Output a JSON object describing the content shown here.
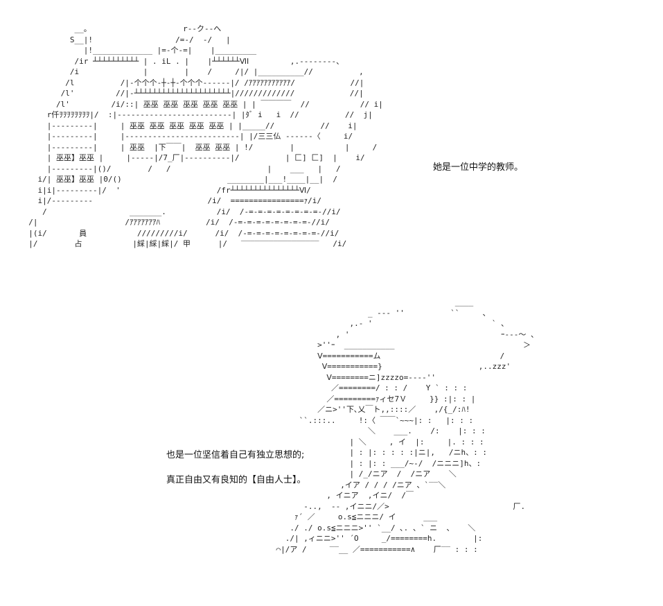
{
  "captions": {
    "line1": "她是一位中学的教师。",
    "line2": "也是一位坚信着自己有独立思想的;",
    "line3": "真正自由又有良知的【自由人士】。"
  },
  "art": {
    "classroom": "            __。                    r--ク--へ\n           S__|!                  /=-/  -/   |\n              |!_____________ |=-个-=|    |_________\n            /ir ┴┴┴┴┴┴┴┴┴┴ | . iL . |    |┴┴┴┴┴┴ⅥⅠ         ,.-‐‐‐‐‐‐-、\n           /i              |        |    /     /|/ |__________//          ,\n          /l          /|-个个个-┼-┼-个个个------|/ /ｱｱｱｱｱｱｱｱｱｱｱ/            //|\n         /l'         //|-┴┴┴┴┴┴┴┴┴┴┴┴┴┴┴┴┴┴┴┴┴|/////////////            //|\n        /l'         /i/::| 巫巫 巫巫 巫巫 巫巫 巫巫 | | ￣￣￣￣  //           // i|\n      r仟ｦｦｦｦｦｦｦｦ|/  :|-------------------------| |ﾀﾞ i   i  //          //  j|\n      |‐‐‐‐‐‐‐‐‐|     | 巫巫 巫巫 巫巫 巫巫 巫巫 | |_____//          //    i|\n      |‐‐‐‐‐‐‐‐‐|     |-------------------------| |/三三仏 -‐‐‐‐-〈     i/\n      |‐‐‐‐‐‐‐‐‐|     | 巫巫  |下￣￣|  巫巫 巫巫 | !/        |           |     /\n      | 巫巫】巫巫 |     |‐‐‐‐‐|/7_厂|‐‐‐‐‐‐‐‐‐-|/          | 匚] 匚]  |    i/\n      |‐‐‐‐‐‐‐‐‐|()/        /   /                     |    ___   |   /\n    i/| 巫巫】巫巫 |0/()                       ________|___!____|__|  /\n    i|i|‐‐‐‐‐‐‐‐‐|/  '                     /fr┴┴┴┴┴┴┴┴┴┴┴┴┴┴┴Ⅵ/\n    i|/‐‐‐‐‐‐‐‐‐                         /i/  ================ｧ/i/\n     /                  _______.           /i/  /-=-=-=-=-=-=-=-=-//i/\n  /|                   /ｱｱｱｱｱｱｱﾊ          /i/  /-=-=-=-=-=-=-=-=-//i/\n  |(i/       員           /////////i/      /i/  /-=-=-=-=-=-=-=-=-//i/\n  |/        占           |綵|綵|綵|/ 甲      |/   ‾‾‾‾‾‾‾‾‾‾‾‾‾‾‾‾‾   /i/",
    "teacher": "                                           ____\n                        _ -‐‐ ''          ``     、\n                    ,.- '                          ` 、\n                 , '                                 ｰ-‐-～ 、\n             >''ｰ  ___________                            ＞\n             Ⅴ===========ム                          /\n              Ⅴ===========}                     ,..zzz'\n               Ⅴ========ニ]zzzzo=-‐‐‐''\n                ／========/ : : /    Y ` : : :\n               ／=========ｧィセ7Ｖ     }} :|: : |\n             ／ニ>''下､乂￣ト,,::::／    ,/{_/:ﾊ!\n         ``.:::..     !:〈 ￣￣`~~~|: :   |: : :\n                        ＼    ___.    /:    |: : :\n                    | ＼     , イ  |:     |. : : :\n                    | : |: : : : :|ニ|,   /ニh、: :\n                    | : |: : ___/~-/  /ニニニ]h、:\n                    | /_/ニア  /  /ニア    ＼\n                  ,イア / / / /ニア 、`‾‾＼\n               , イニア  ,イニ/  /￣\n          -..,  ‐‐ ,イニニ/／>                           厂.\n        ｧ´ ／     o.s≦ニニニ/ イ      ___\n       ./ ./ o.s≦ニニニ>'' `__/ ､. 、` ニ  、   ＼\n      ./| ,ィニニ>'' ´O     _/========h.        |:\n    ⌒|/ア /     ‾‾__ ／===========∧    厂‾‾ : : :"
  },
  "colors": {
    "text": "#111111",
    "art": "#222222",
    "background": "#ffffff"
  }
}
